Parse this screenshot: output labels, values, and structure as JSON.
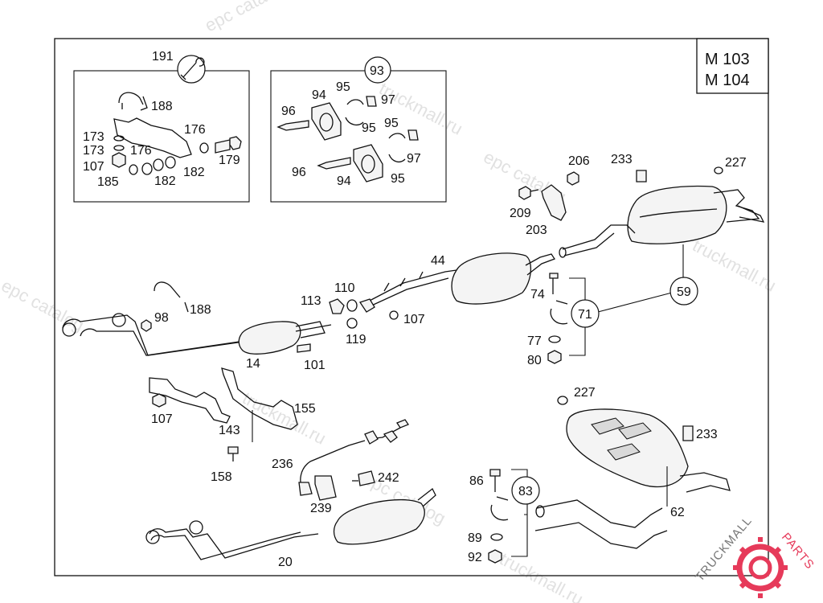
{
  "model_codes": [
    "M 103",
    "M 104"
  ],
  "watermarks": [
    "epc catalog",
    "truckmall.ru",
    "epc catalog",
    "truckmall.ru",
    "epc catalog",
    "truckmall.ru",
    "epc catalog",
    "truckmall.ru"
  ],
  "brand": {
    "text_left": "TRUCKMALL",
    "text_right": "PARTS",
    "accent": "#e63a5a"
  },
  "colors": {
    "line": "#111111",
    "watermark": "#c9c9c9"
  },
  "labels": {
    "p191": "191",
    "p93": "93",
    "p188a": "188",
    "p173a": "173",
    "p173b": "173",
    "p176a": "176",
    "p176b": "176",
    "p107a": "107",
    "p185": "185",
    "p182a": "182",
    "p182b": "182",
    "p179": "179",
    "p96a": "96",
    "p94a": "94",
    "p95a": "95",
    "p97a": "97",
    "p95b": "95",
    "p95c": "95",
    "p97b": "97",
    "p96b": "96",
    "p94b": "94",
    "p95d": "95",
    "p206": "206",
    "p233a": "233",
    "p227a": "227",
    "p209": "209",
    "p203": "203",
    "p44": "44",
    "p74": "74",
    "p59": "59",
    "p71": "71",
    "p77": "77",
    "p80": "80",
    "p98": "98",
    "p188b": "188",
    "p113": "113",
    "p110": "110",
    "p107b": "107",
    "p119": "119",
    "p14": "14",
    "p101": "101",
    "p107c": "107",
    "p143": "143",
    "p155": "155",
    "p158": "158",
    "p236": "236",
    "p242": "242",
    "p239": "239",
    "p20": "20",
    "p227b": "227",
    "p233b": "233",
    "p86": "86",
    "p83": "83",
    "p89": "89",
    "p92": "92",
    "p62": "62"
  }
}
